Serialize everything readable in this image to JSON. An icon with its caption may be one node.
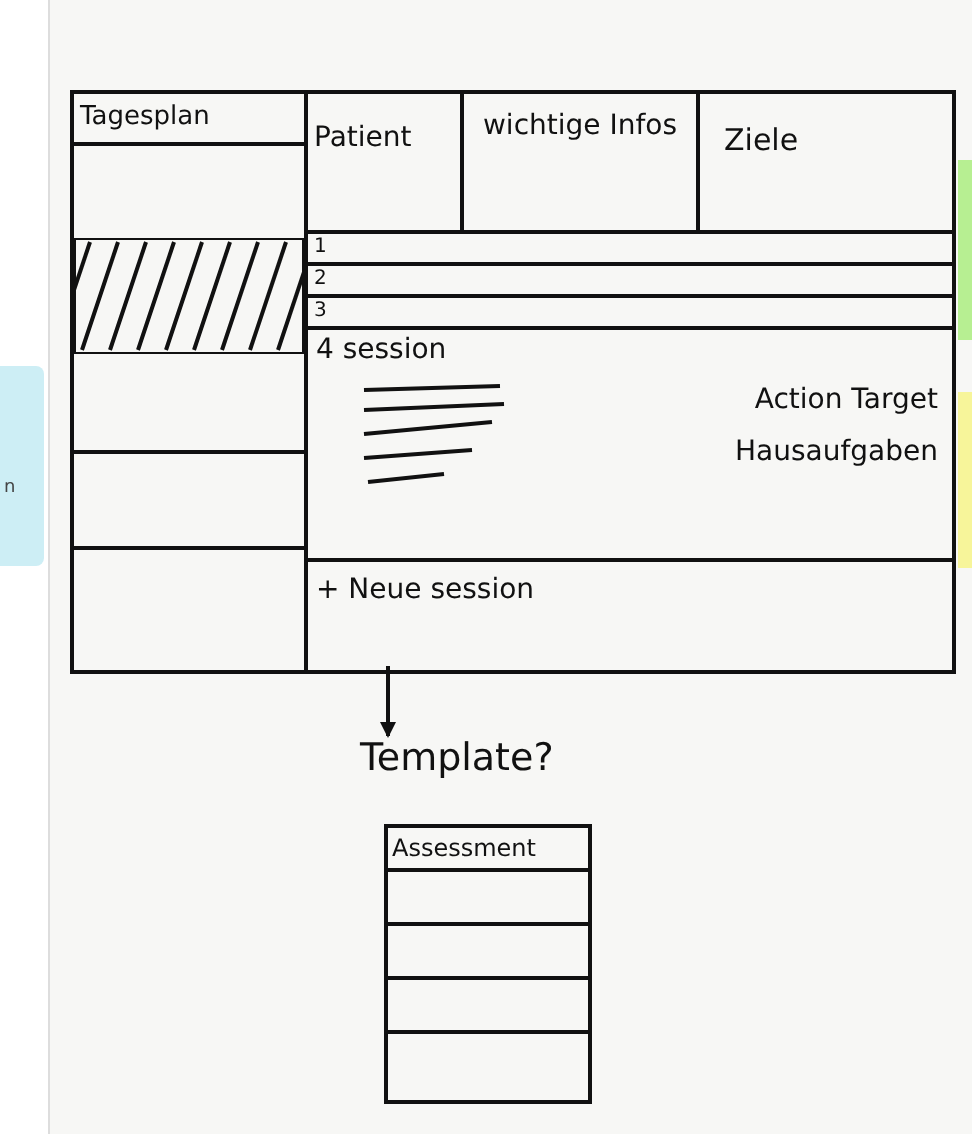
{
  "diagram": {
    "nodes": [
      {
        "text": [],
        "shape": "box"
      },
      {
        "text": [
          "Tagesplan"
        ],
        "in": 0
      },
      {
        "text": [
          "Patient"
        ],
        "in": 0
      },
      {
        "text": [
          "wichtige Infos"
        ],
        "in": 0
      },
      {
        "text": [
          "Ziele"
        ],
        "in": 0
      },
      {
        "text": [
          "1"
        ],
        "in": 0
      },
      {
        "text": [
          "2"
        ],
        "in": 0
      },
      {
        "text": [
          "3"
        ],
        "in": 0
      },
      {
        "text": [
          "4 session",
          "Action Target Hausaufgaben"
        ],
        "in": 0
      },
      {
        "text": [
          "+ Neue session"
        ],
        "in": 0
      },
      {
        "text": [
          "Template?"
        ]
      },
      {
        "text": [
          "Assessment"
        ]
      }
    ],
    "edges": [
      {
        "from": 9,
        "to": 10,
        "arrow": "to"
      }
    ],
    "labels": [
      "n"
    ]
  }
}
